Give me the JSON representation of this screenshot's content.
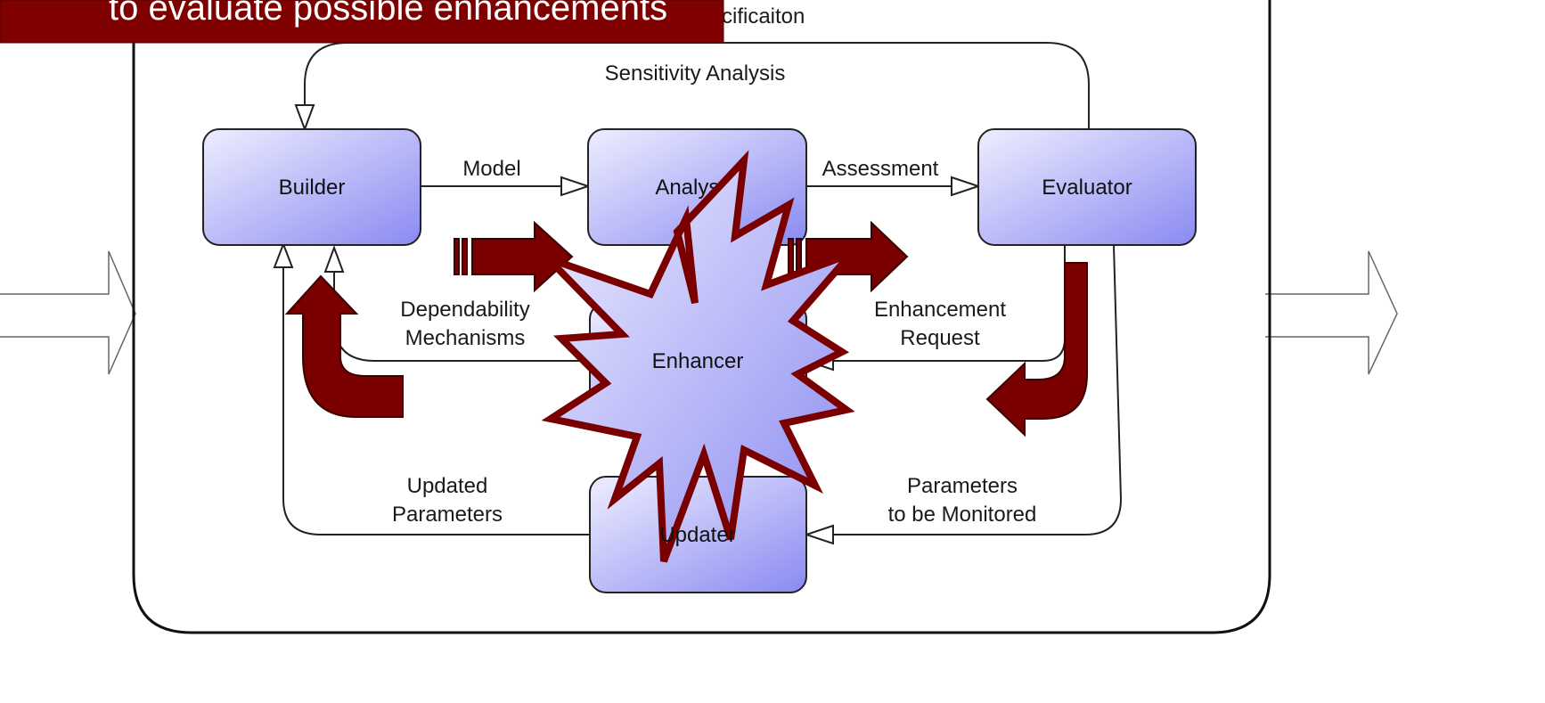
{
  "banner": {
    "text": "to evaluate possible enhancements"
  },
  "top_labels": {
    "specification_fragment": "cificaiton",
    "sensitivity": "Sensitivity Analysis"
  },
  "boxes": {
    "builder": "Builder",
    "analyser": "Analyser",
    "evaluator": "Evaluator",
    "enhancer": "Enhancer",
    "updater": "Updater"
  },
  "edge_labels": {
    "model": "Model",
    "assessment": "Assessment",
    "dependability_1": "Dependability",
    "dependability_2": "Mechanisms",
    "enhancement_1": "Enhancement",
    "enhancement_2": "Request",
    "updated_1": "Updated",
    "updated_2": "Parameters",
    "monitored_1": "Parameters",
    "monitored_2": "to be Monitored"
  },
  "colors": {
    "box_fill_light": "#e6e6ff",
    "box_fill_dark": "#8f8ff5",
    "accent_dark_red": "#7a0000",
    "banner": "#7f0000"
  }
}
